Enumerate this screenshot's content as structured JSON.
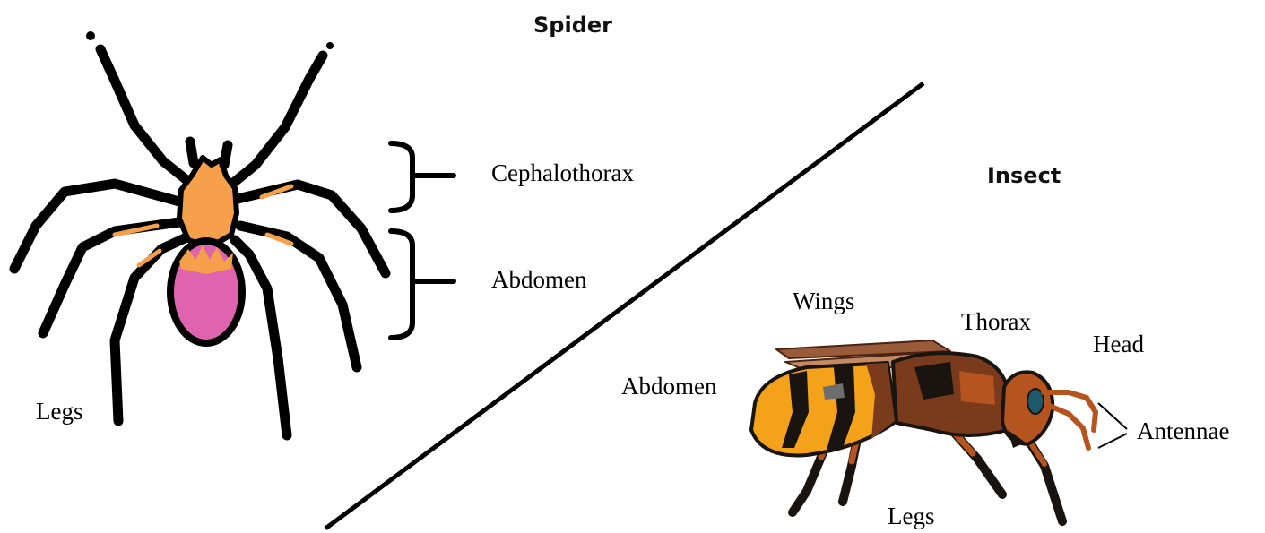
{
  "spider": {
    "title": "Spider",
    "labels": {
      "cephalothorax": "Cephalothorax",
      "abdomen": "Abdomen",
      "legs": "Legs"
    }
  },
  "insect": {
    "title": "Insect",
    "labels": {
      "wings": "Wings",
      "thorax": "Thorax",
      "head": "Head",
      "abdomen": "Abdomen",
      "antennae": "Antennae",
      "legs": "Legs"
    }
  },
  "colors": {
    "spider_body": "#f7a04c",
    "spider_abdomen": "#e063b0",
    "outline": "#000000",
    "hornet_orange": "#f5a21b",
    "hornet_brown": "#7a3a1c",
    "hornet_rust": "#b5541f",
    "hornet_wing": "#9a5b3a",
    "hornet_eye": "#1c5a6b"
  }
}
